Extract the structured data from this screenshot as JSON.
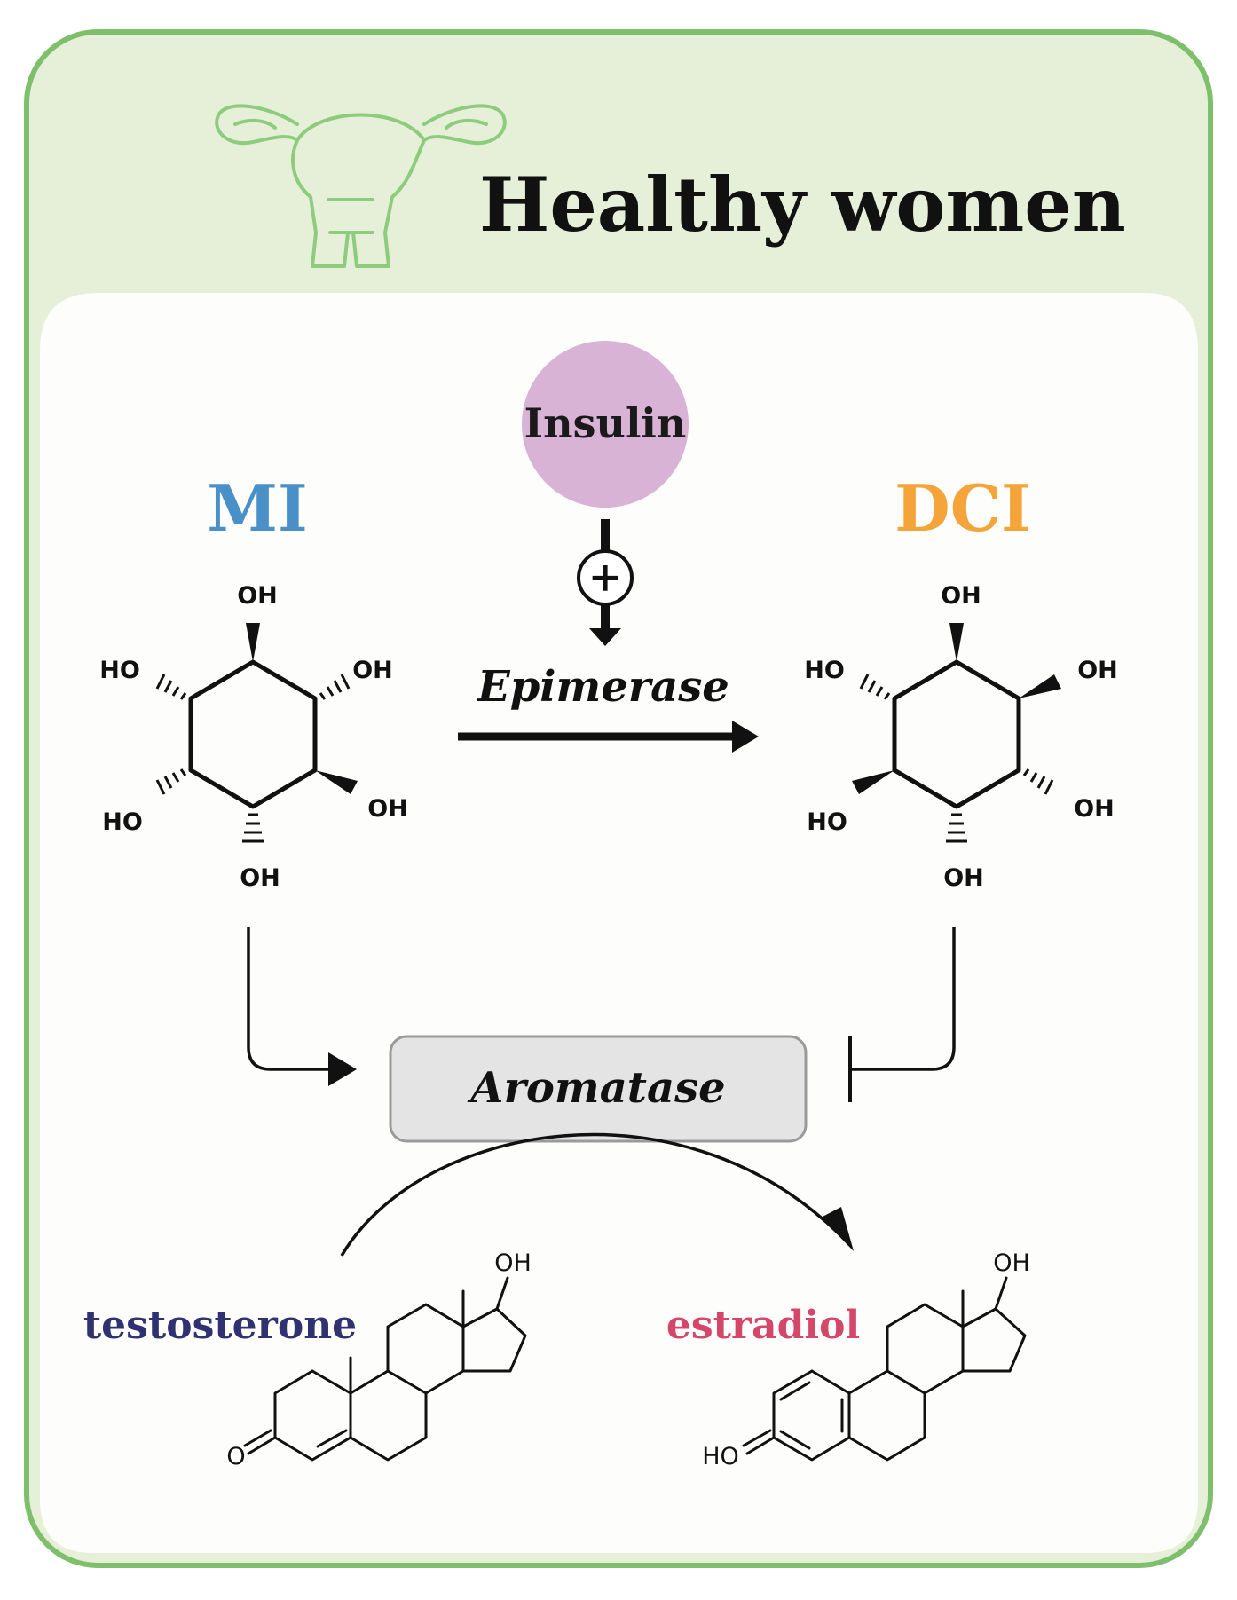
{
  "title": "Healthy women",
  "insulin": "Insulin",
  "mi": {
    "label": "MI"
  },
  "dci": {
    "label": "DCI"
  },
  "epimerase": "Epimerase",
  "aromatase": "Aromatase",
  "testosterone": "testosterone",
  "estradiol": "estradiol",
  "atoms": {
    "oh": "OH",
    "ho": "HO",
    "o": "O"
  },
  "plus_symbol": "+",
  "colors": {
    "frame": "#7dbf6a",
    "header_bg": "#e6f0d9",
    "panel_bg": "#fdfdfb",
    "uterus_icon": "#8ccc7c",
    "mi": "#4a90c8",
    "dci": "#f5a43a",
    "insulin_circle": "#d9b3d6",
    "aromatase_box": "#e4e4e4",
    "testosterone": "#2f3170",
    "estradiol": "#d4466a"
  }
}
